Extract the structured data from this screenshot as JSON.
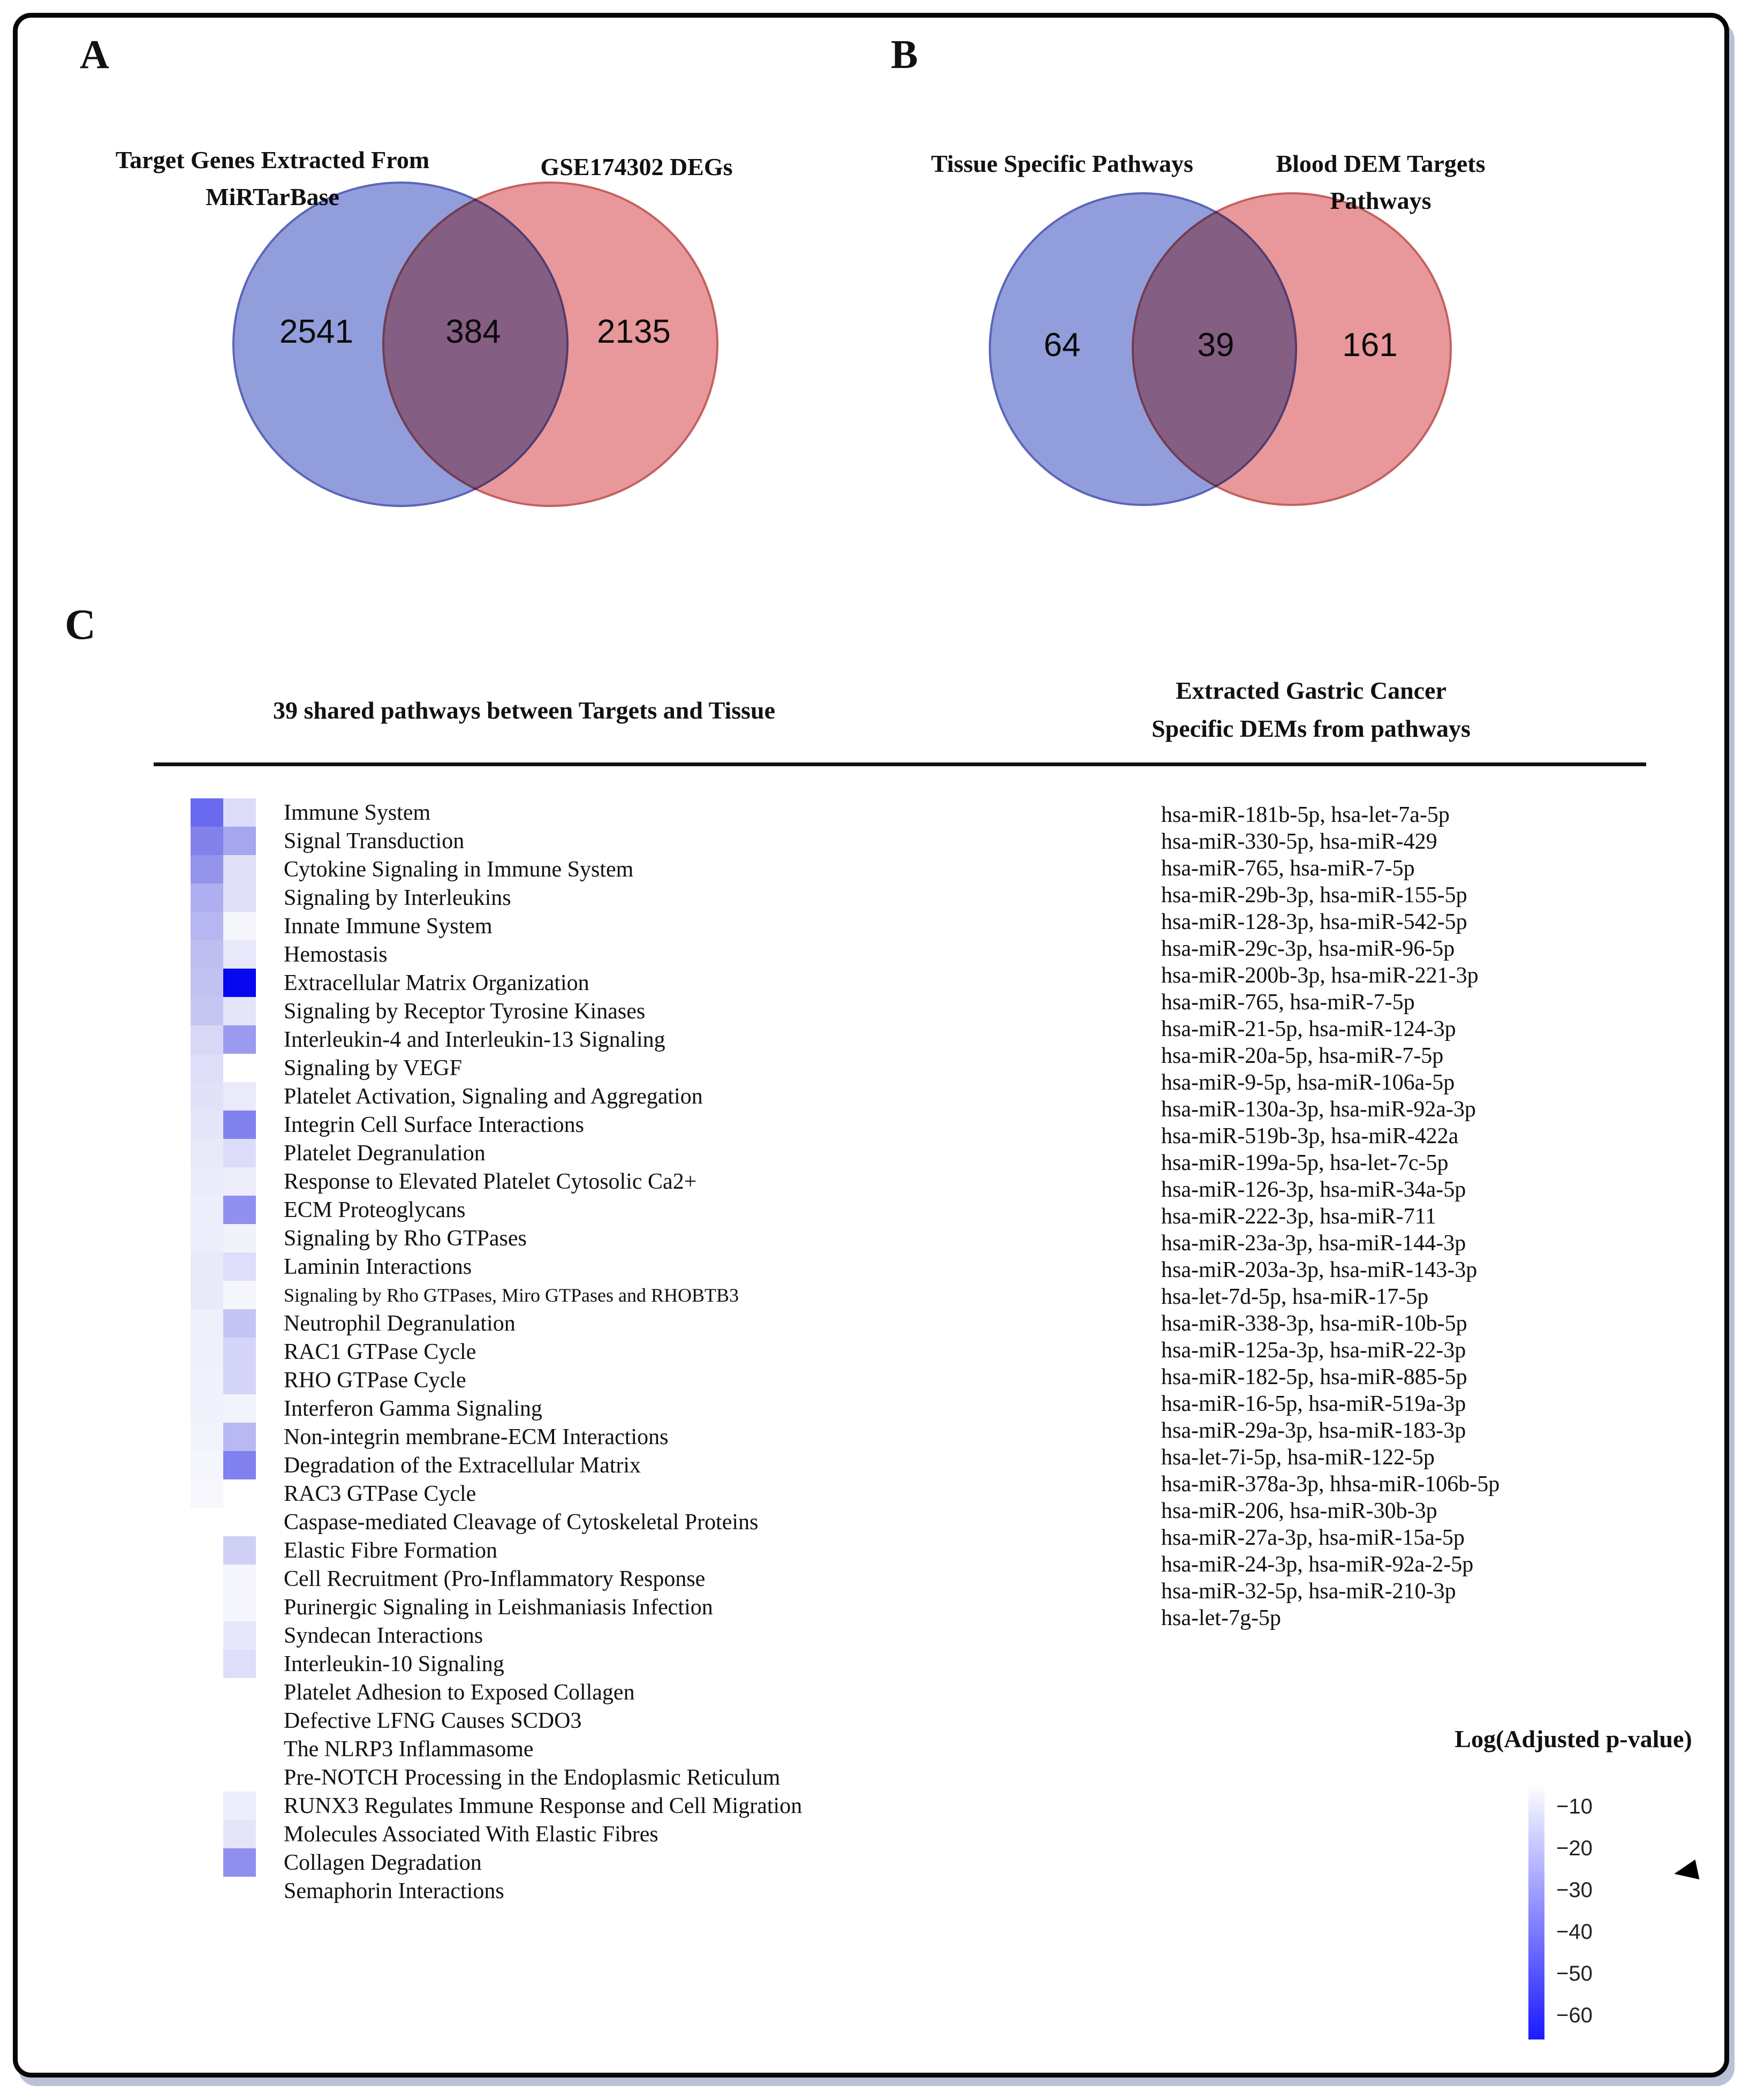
{
  "panelA": {
    "label": "A",
    "left_title_line1": "Target Genes Extracted From",
    "left_title_line2": "MiRTarBase",
    "right_title": "GSE174302 DEGs",
    "left_count": "2541",
    "overlap_count": "384",
    "right_count": "2135",
    "left_color": "#929edb",
    "right_color": "#e8989a"
  },
  "panelB": {
    "label": "B",
    "left_title": "Tissue Specific Pathways",
    "right_title_line1": "Blood DEM Targets",
    "right_title_line2": "Pathways",
    "left_count": "64",
    "overlap_count": "39",
    "right_count": "161",
    "left_color": "#929edb",
    "right_color": "#e8989a"
  },
  "panelC": {
    "label": "C",
    "left_header": "39 shared pathways between Targets and Tissue",
    "right_header_line1": "Extracted Gastric Cancer",
    "right_header_line2": "Specific DEMs from pathways",
    "legend": {
      "title": "Log(Adjusted p-value)",
      "ticks": [
        "−10",
        "−20",
        "−30",
        "−40",
        "−50",
        "−60"
      ],
      "top_color": "#ffffff",
      "bottom_color": "#1a1aff"
    },
    "pathways": [
      {
        "name": "Immune System",
        "c1": "#6a6af0",
        "c2": "#dcdcf8"
      },
      {
        "name": "Signal Transduction",
        "c1": "#8282ea",
        "c2": "#a6a6ee"
      },
      {
        "name": "Cytokine Signaling in Immune System",
        "c1": "#9494ec",
        "c2": "#e0e0f8"
      },
      {
        "name": "Signaling by Interleukins",
        "c1": "#aeaef0",
        "c2": "#e0e0f8"
      },
      {
        "name": "Innate Immune System",
        "c1": "#b6b6f0",
        "c2": "#f5f5fc"
      },
      {
        "name": "Hemostasis",
        "c1": "#bebef1",
        "c2": "#e8e8fa"
      },
      {
        "name": "Extracellular Matrix Organization",
        "c1": "#c2c2f2",
        "c2": "#0707f0"
      },
      {
        "name": "Signaling by Receptor Tyrosine Kinases",
        "c1": "#c6c6f3",
        "c2": "#e5e5f9"
      },
      {
        "name": "Interleukin-4 and Interleukin-13 Signaling",
        "c1": "#d8d8f6",
        "c2": "#9a9aee"
      },
      {
        "name": "Signaling by VEGF",
        "c1": "#dedef8",
        "c2": "#ffffff"
      },
      {
        "name": "Platelet Activation, Signaling and Aggregation",
        "c1": "#e1e1f8",
        "c2": "#eaeafa"
      },
      {
        "name": "Integrin Cell Surface Interactions",
        "c1": "#e6e6f9",
        "c2": "#8282ee"
      },
      {
        "name": "Platelet Degranulation",
        "c1": "#e9e9fa",
        "c2": "#dcdcf8"
      },
      {
        "name": "Response to Elevated Platelet Cytosolic Ca2+",
        "c1": "#ebebfa",
        "c2": "#eeeefb"
      },
      {
        "name": "ECM Proteoglycans",
        "c1": "#ededfb",
        "c2": "#9090f0"
      },
      {
        "name": "Signaling by Rho GTPases",
        "c1": "#ededfb",
        "c2": "#f2f2fb"
      },
      {
        "name": "Laminin Interactions",
        "c1": "#e9e9fa",
        "c2": "#dedefa"
      },
      {
        "name": "Signaling by Rho GTPases, Miro GTPases and RHOBTB3",
        "c1": "#e9e9fa",
        "c2": "#f5f5fc",
        "small": true
      },
      {
        "name": "Neutrophil Degranulation",
        "c1": "#f0f0fc",
        "c2": "#c4c4f5"
      },
      {
        "name": "RAC1 GTPase Cycle",
        "c1": "#f0f0fc",
        "c2": "#d5d5f8"
      },
      {
        "name": "RHO GTPase Cycle",
        "c1": "#f1f1fc",
        "c2": "#d5d5f8"
      },
      {
        "name": "Interferon Gamma Signaling",
        "c1": "#f1f1fc",
        "c2": "#f3f3fb"
      },
      {
        "name": "Non-integrin membrane-ECM Interactions",
        "c1": "#f3f3fc",
        "c2": "#b8b8f2"
      },
      {
        "name": "Degradation of the Extracellular Matrix",
        "c1": "#f5f5fd",
        "c2": "#8080ee"
      },
      {
        "name": "RAC3 GTPase Cycle",
        "c1": "#f7f7fd",
        "c2": "#ffffff"
      },
      {
        "name": "Caspase-mediated Cleavage of Cytoskeletal Proteins",
        "c1": "#ffffff",
        "c2": "#ffffff"
      },
      {
        "name": "Elastic Fibre Formation",
        "c1": "#ffffff",
        "c2": "#d0d0f6"
      },
      {
        "name": "Cell Recruitment (Pro-Inflammatory Response",
        "c1": "#ffffff",
        "c2": "#f5f5fc"
      },
      {
        "name": "Purinergic Signaling in Leishmaniasis Infection",
        "c1": "#ffffff",
        "c2": "#f5f5fc"
      },
      {
        "name": "Syndecan Interactions",
        "c1": "#ffffff",
        "c2": "#e7e7fa"
      },
      {
        "name": "Interleukin-10 Signaling",
        "c1": "#ffffff",
        "c2": "#dedefa"
      },
      {
        "name": "Platelet Adhesion to Exposed Collagen",
        "c1": "#ffffff",
        "c2": "#ffffff"
      },
      {
        "name": "Defective LFNG Causes SCDO3",
        "c1": "#ffffff",
        "c2": "#ffffff"
      },
      {
        "name": "The NLRP3 Inflammasome",
        "c1": "#ffffff",
        "c2": "#ffffff"
      },
      {
        "name": "Pre-NOTCH Processing in the Endoplasmic Reticulum",
        "c1": "#ffffff",
        "c2": "#ffffff"
      },
      {
        "name": "RUNX3 Regulates Immune Response and Cell Migration",
        "c1": "#ffffff",
        "c2": "#ededfb"
      },
      {
        "name": "Molecules Associated With Elastic Fibres",
        "c1": "#ffffff",
        "c2": "#e5e5fa"
      },
      {
        "name": "Collagen Degradation",
        "c1": "#ffffff",
        "c2": "#8f8ff0"
      },
      {
        "name": "Semaphorin Interactions",
        "c1": "#ffffff",
        "c2": "#ffffff"
      }
    ],
    "mirnas": [
      "hsa-miR-181b-5p, hsa-let-7a-5p",
      "hsa-miR-330-5p, hsa-miR-429",
      "hsa-miR-765, hsa-miR-7-5p",
      "hsa-miR-29b-3p, hsa-miR-155-5p",
      "hsa-miR-128-3p, hsa-miR-542-5p",
      "hsa-miR-29c-3p, hsa-miR-96-5p",
      "hsa-miR-200b-3p, hsa-miR-221-3p",
      "hsa-miR-765, hsa-miR-7-5p",
      "hsa-miR-21-5p, hsa-miR-124-3p",
      "hsa-miR-20a-5p, hsa-miR-7-5p",
      "hsa-miR-9-5p, hsa-miR-106a-5p",
      "hsa-miR-130a-3p, hsa-miR-92a-3p",
      "hsa-miR-519b-3p, hsa-miR-422a",
      "hsa-miR-199a-5p, hsa-let-7c-5p",
      "hsa-miR-126-3p, hsa-miR-34a-5p",
      "hsa-miR-222-3p, hsa-miR-711",
      "hsa-miR-23a-3p, hsa-miR-144-3p",
      "hsa-miR-203a-3p, hsa-miR-143-3p",
      "hsa-let-7d-5p, hsa-miR-17-5p",
      "hsa-miR-338-3p, hsa-miR-10b-5p",
      "hsa-miR-125a-3p, hsa-miR-22-3p",
      "hsa-miR-182-5p, hsa-miR-885-5p",
      "hsa-miR-16-5p, hsa-miR-519a-3p",
      "hsa-miR-29a-3p, hsa-miR-183-3p",
      "hsa-let-7i-5p, hsa-miR-122-5p",
      "hsa-miR-378a-3p, hhsa-miR-106b-5p",
      "hsa-miR-206, hsa-miR-30b-3p",
      "hsa-miR-27a-3p, hsa-miR-15a-5p",
      "hsa-miR-24-3p, hsa-miR-92a-2-5p",
      "hsa-miR-32-5p, hsa-miR-210-3p",
      "hsa-let-7g-5p"
    ]
  },
  "chart_data": [
    {
      "type": "venn",
      "panel": "A",
      "sets": [
        {
          "label": "Target Genes Extracted From MiRTarBase",
          "unique": 2541,
          "color": "#929edb"
        },
        {
          "label": "GSE174302 DEGs",
          "unique": 2135,
          "color": "#e8989a"
        }
      ],
      "overlap": 384
    },
    {
      "type": "venn",
      "panel": "B",
      "sets": [
        {
          "label": "Tissue Specific Pathways",
          "unique": 64,
          "color": "#929edb"
        },
        {
          "label": "Blood DEM Targets Pathways",
          "unique": 161,
          "color": "#e8989a"
        }
      ],
      "overlap": 39
    },
    {
      "type": "heatmap",
      "panel": "C",
      "title": "39 shared pathways between Targets and Tissue",
      "colorbar": {
        "label": "Log(Adjusted p-value)",
        "ticks": [
          -10,
          -20,
          -30,
          -40,
          -50,
          -60
        ],
        "top_color": "#ffffff",
        "bottom_color": "#1a1aff"
      },
      "rows": [
        "Immune System",
        "Signal Transduction",
        "Cytokine Signaling in Immune System",
        "Signaling by Interleukins",
        "Innate Immune System",
        "Hemostasis",
        "Extracellular Matrix Organization",
        "Signaling by Receptor Tyrosine Kinases",
        "Interleukin-4 and Interleukin-13 Signaling",
        "Signaling by VEGF",
        "Platelet Activation, Signaling and Aggregation",
        "Integrin Cell Surface Interactions",
        "Platelet Degranulation",
        "Response to Elevated Platelet Cytosolic Ca2+",
        "ECM Proteoglycans",
        "Signaling by Rho GTPases",
        "Laminin Interactions",
        "Signaling by Rho GTPases, Miro GTPases and RHOBTB3",
        "Neutrophil Degranulation",
        "RAC1 GTPase Cycle",
        "RHO GTPase Cycle",
        "Interferon Gamma Signaling",
        "Non-integrin membrane-ECM Interactions",
        "Degradation of the Extracellular Matrix",
        "RAC3 GTPase Cycle",
        "Caspase-mediated Cleavage of Cytoskeletal Proteins",
        "Elastic Fibre Formation",
        "Cell Recruitment (Pro-Inflammatory Response",
        "Purinergic Signaling in Leishmaniasis Infection",
        "Syndecan Interactions",
        "Interleukin-10 Signaling",
        "Platelet Adhesion to Exposed Collagen",
        "Defective LFNG Causes SCDO3",
        "The NLRP3 Inflammasome",
        "Pre-NOTCH Processing in the Endoplasmic Reticulum",
        "RUNX3 Regulates Immune Response and Cell Migration",
        "Molecules Associated With Elastic Fibres",
        "Collagen Degradation",
        "Semaphorin Interactions"
      ],
      "series": [
        {
          "name": "column-1",
          "approx_log_adj_p": [
            -38,
            -32,
            -27,
            -21,
            -19,
            -17,
            -16,
            -15,
            -11,
            -10,
            -9,
            -7,
            -6,
            -5,
            -5,
            -5,
            -6,
            -6,
            -4,
            -4,
            -4,
            -4,
            -3,
            -3,
            -2,
            0,
            0,
            0,
            0,
            0,
            0,
            0,
            0,
            0,
            0,
            0,
            0,
            0,
            0
          ]
        },
        {
          "name": "column-2",
          "approx_log_adj_p": [
            -9,
            -23,
            -8,
            -8,
            -3,
            -6,
            -63,
            -7,
            -26,
            0,
            -5,
            -32,
            -9,
            -4,
            -28,
            -3,
            -9,
            -3,
            -15,
            -11,
            -11,
            -3,
            -18,
            -33,
            0,
            0,
            -12,
            -3,
            -3,
            -6,
            -9,
            0,
            0,
            0,
            0,
            -5,
            -7,
            -29,
            0
          ]
        }
      ]
    }
  ]
}
